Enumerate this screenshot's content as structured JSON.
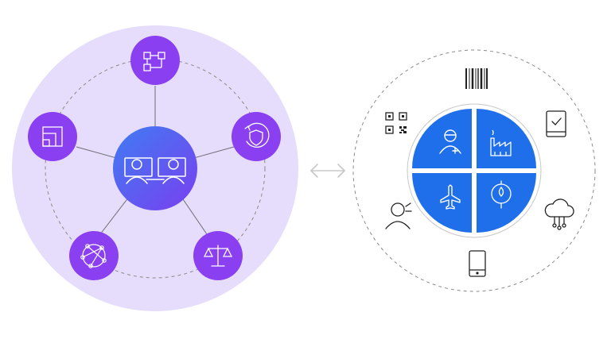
{
  "colors": {
    "hub_bg": "#e6dcfb",
    "node_purple": "#8a3ff0",
    "node_gradient_start": "#3f7cf2",
    "node_gradient_end": "#7a3ff0",
    "quadrant_blue": "#1f6fea",
    "dashed_line": "#8a8a8a",
    "connector_line": "#6e6e7a",
    "arrow": "#c8c8c8",
    "icon_dark": "#222222"
  },
  "left_diagram": {
    "center_icon": "collaboration-people-screens-icon",
    "nodes": [
      {
        "name": "workflow-node",
        "icon": "workflow-diagram-icon"
      },
      {
        "name": "security-node",
        "icon": "shield-refresh-icon"
      },
      {
        "name": "compliance-node",
        "icon": "balance-scale-icon"
      },
      {
        "name": "network-node",
        "icon": "network-graph-icon"
      },
      {
        "name": "layers-node",
        "icon": "layered-squares-icon"
      }
    ]
  },
  "connector": {
    "icon": "bidirectional-arrow-icon"
  },
  "right_diagram": {
    "quadrants": [
      {
        "name": "healthcare-quadrant",
        "icon": "doctor-icon"
      },
      {
        "name": "manufacturing-quadrant",
        "icon": "factory-icon"
      },
      {
        "name": "aviation-quadrant",
        "icon": "airplane-icon"
      },
      {
        "name": "energy-quadrant",
        "icon": "energy-drop-icon"
      }
    ],
    "orbit_icons": [
      {
        "name": "barcode-icon"
      },
      {
        "name": "tablet-check-icon"
      },
      {
        "name": "cloud-network-icon"
      },
      {
        "name": "smartphone-icon"
      },
      {
        "name": "person-speaking-icon"
      },
      {
        "name": "qr-code-icon"
      }
    ]
  }
}
